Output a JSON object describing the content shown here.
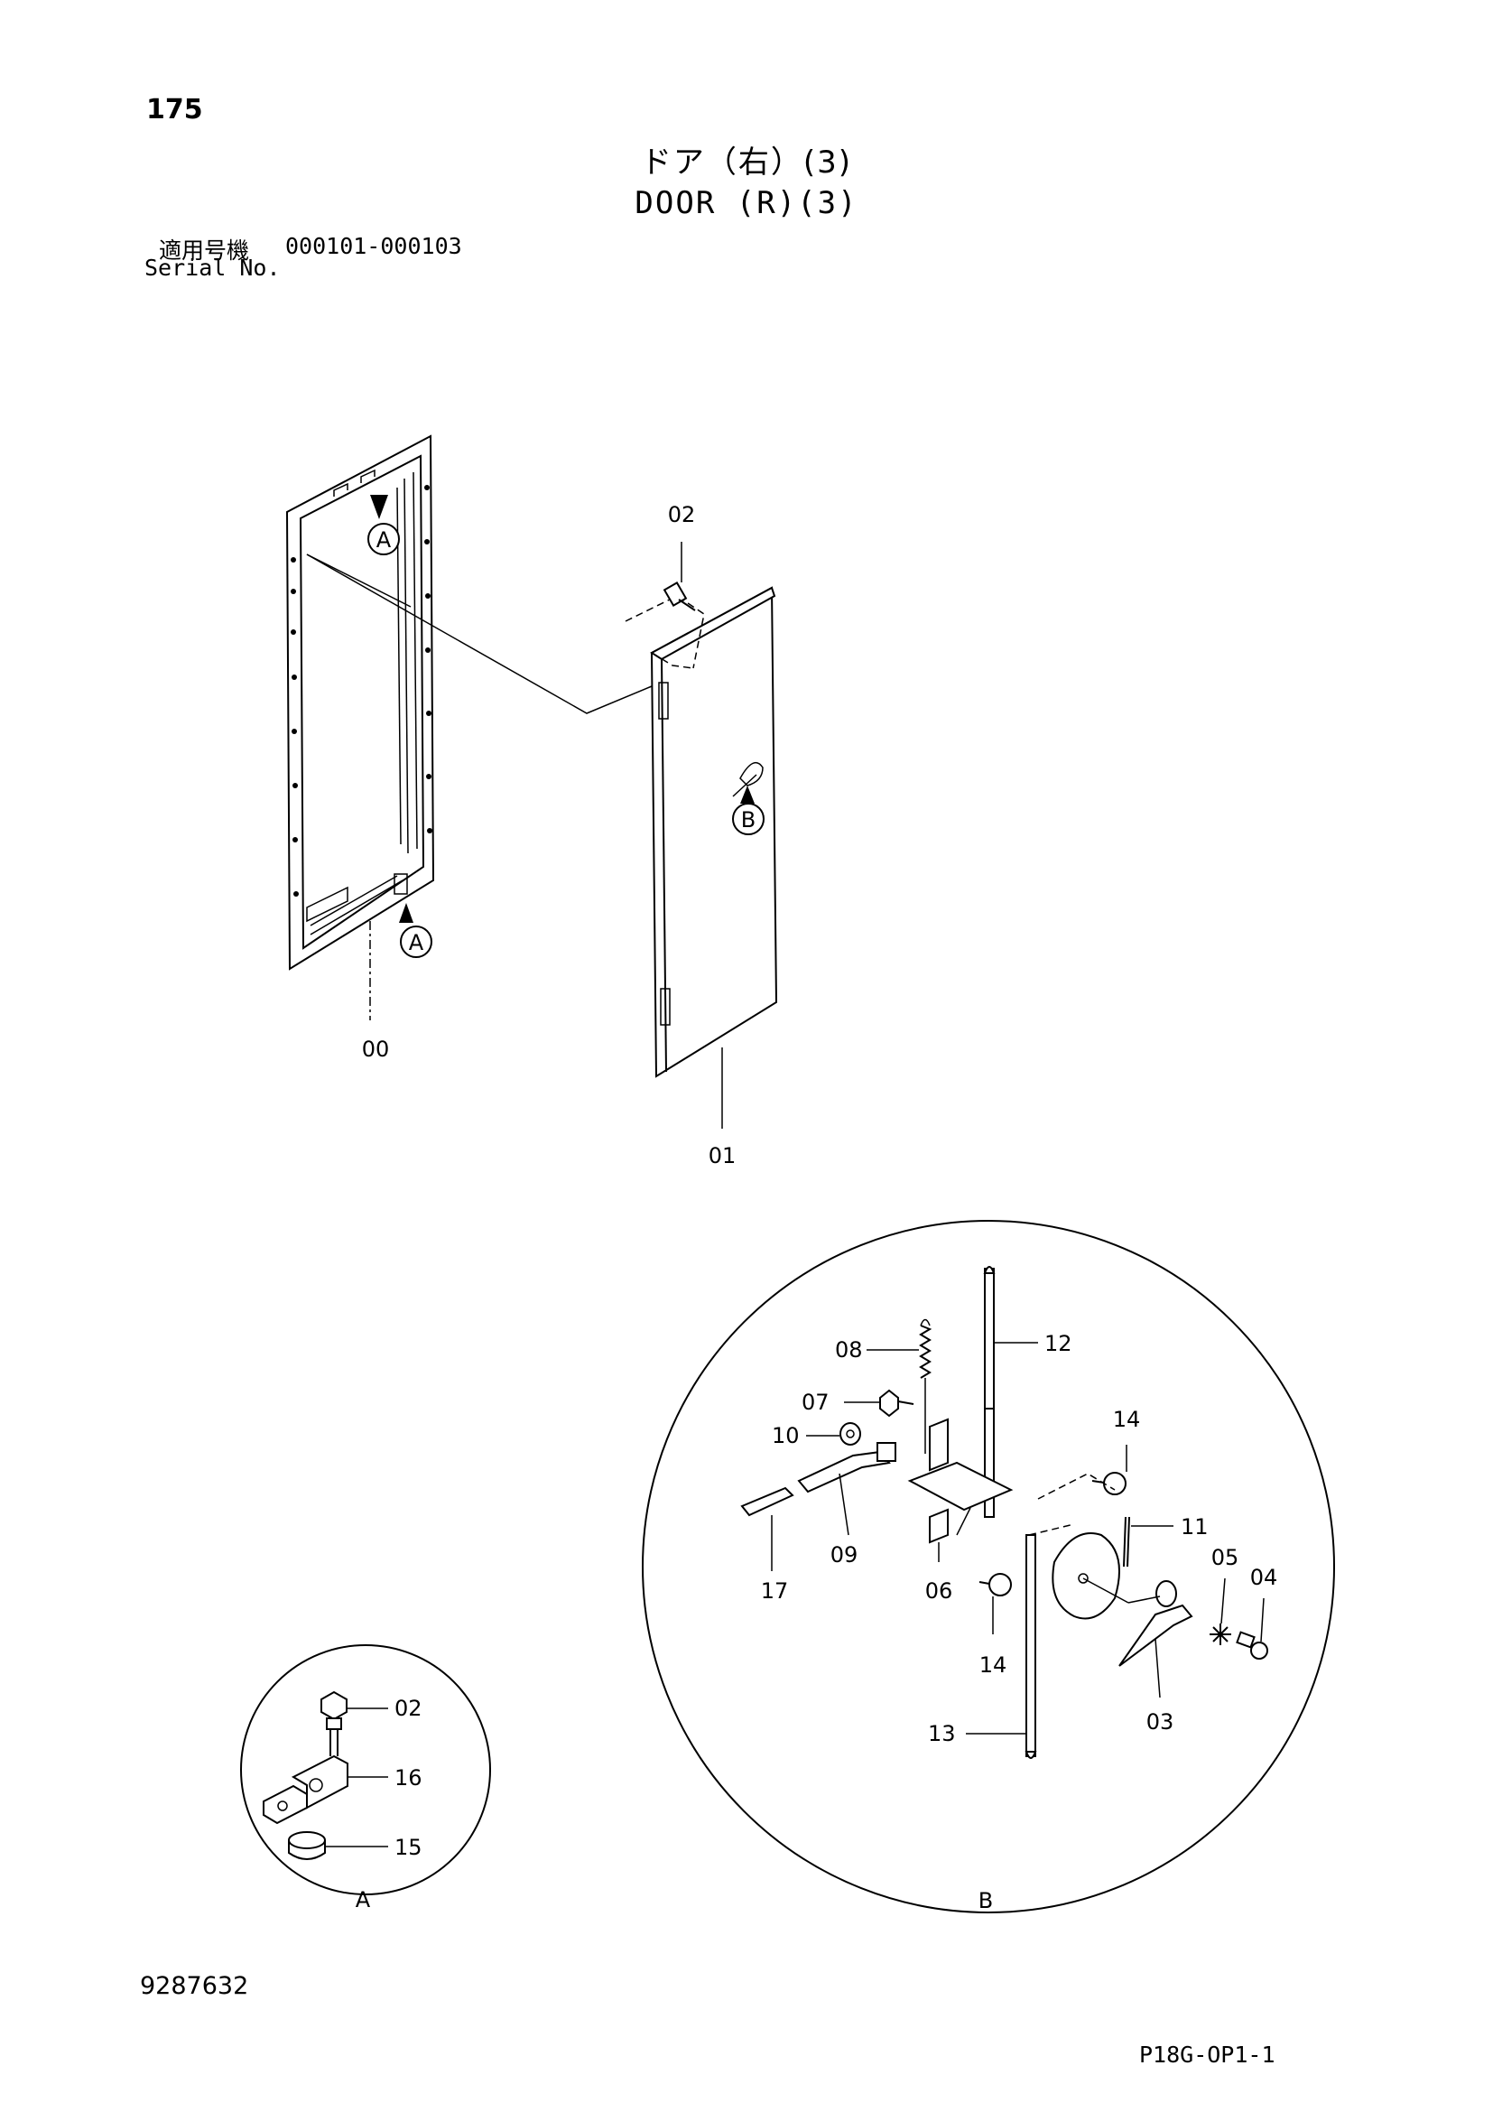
{
  "header": {
    "page_number": "175",
    "title_jp": "ドア（右）(3)",
    "title_en": "DOOR (R)(3)",
    "serial_label_jp": "適用号機",
    "serial_range": "000101-000103",
    "serial_label_en": "Serial No."
  },
  "footer": {
    "doc_code": "9287632",
    "page_ref": "P18G-OP1-1"
  },
  "callouts": {
    "frame_top": "A",
    "frame_bottom": "A",
    "door_latch": "B"
  },
  "parts": {
    "p00": "00",
    "p01": "01",
    "p02": "02",
    "p03": "03",
    "p04": "04",
    "p05": "05",
    "p06": "06",
    "p07": "07",
    "p08": "08",
    "p09": "09",
    "p10": "10",
    "p11": "11",
    "p12": "12",
    "p13": "13",
    "p14a": "14",
    "p14b": "14",
    "p15": "15",
    "p16": "16",
    "p17": "17",
    "detA_02": "02"
  },
  "details": {
    "detail_a": "A",
    "detail_b": "B"
  }
}
